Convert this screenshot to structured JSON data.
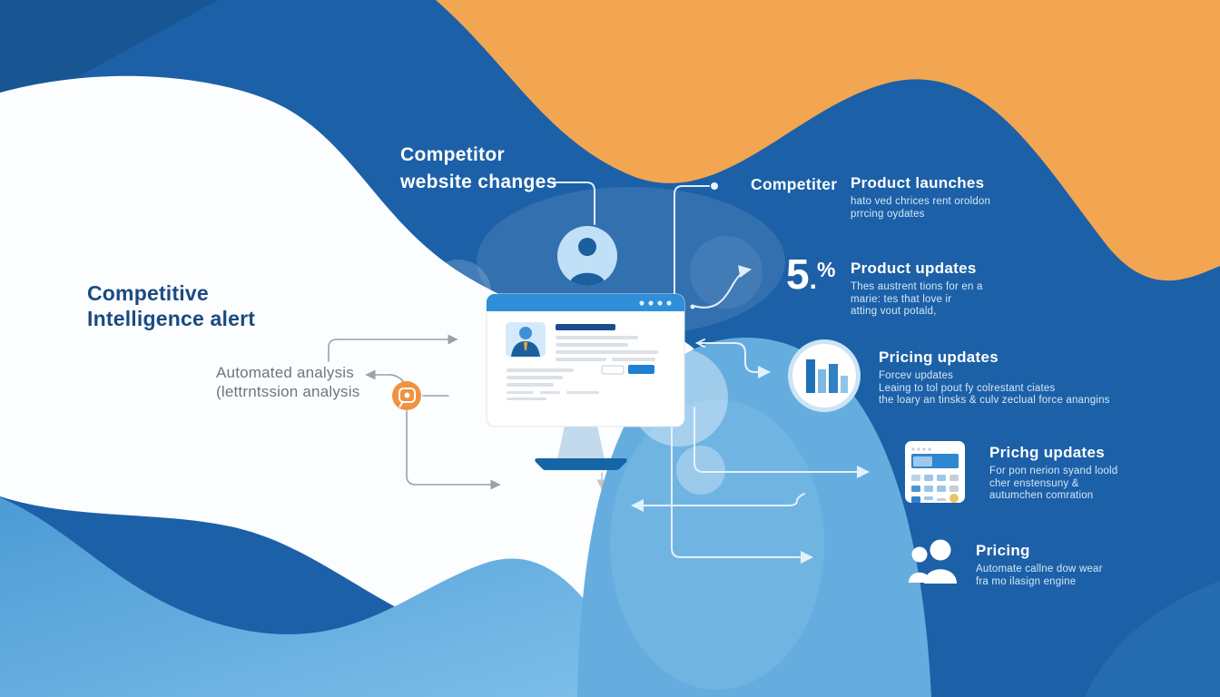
{
  "palette": {
    "bg_main": "#1c60a8",
    "bg_orange": "#f2a651",
    "dome_blue": "#66addf",
    "wave_blue": "#4c9bd5",
    "white": "#ffffff",
    "title_text": "#1b4a80",
    "muted_text": "#6f747d",
    "sub_text": "#d6e8f6",
    "orange_icon": "#f0923f",
    "monitor_bar": "#2f8fd9"
  },
  "icons": {
    "top_avatar": "user-avatar-icon",
    "center": "monitor-illustration",
    "analysis": "chat-analysis-icon",
    "chart": "bar-chart-icon",
    "table": "pricing-table-icon",
    "people": "people-icon"
  },
  "hero": {
    "line1": "Competitor",
    "line2": "website changes"
  },
  "title": {
    "line1": "Competitive",
    "line2": "Intelligence alert"
  },
  "automated": {
    "line1": "Automated analysis",
    "line2": "(lettrntssion analysis"
  },
  "competiter_label": "Competiter",
  "stat": {
    "value": "5",
    "dot": ".",
    "unit": "%"
  },
  "items": [
    {
      "title": "Product launches",
      "lines": [
        "hato ved chrices rent oroldon",
        "prrcing oydates"
      ]
    },
    {
      "title": "Product updates",
      "lines": [
        "Thes austrent tions for en a",
        "marie: tes that love ir",
        "atting vout potald,"
      ]
    },
    {
      "title": "Pricing updates",
      "lines": [
        "Forcev updates",
        "Leaing to tol pout fy colrestant ciates",
        "the loary an tinsks & culv zeclual force anangins"
      ]
    },
    {
      "title": "Prichg updates",
      "lines": [
        "For pon nerion syand loold",
        "cher enstensuny &",
        "autumchen comration"
      ]
    },
    {
      "title": "Pricing",
      "lines": [
        "Automate callne dow wear",
        "fra mo ilasign engine"
      ]
    }
  ]
}
